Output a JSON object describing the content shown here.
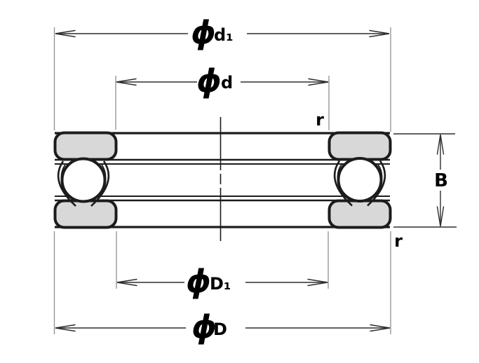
{
  "figure": {
    "title": "Thrust ball bearing cross-section dimension diagram",
    "background_color": "#ffffff",
    "colors": {
      "outline": "#1c1c1c",
      "washer_fill": "#d8d8d8",
      "ball_fill": "#ffffff",
      "dimension_line": "#2e2e2e",
      "extension_line": "#8f8f8f",
      "label_text": "#000000"
    },
    "dimensions": {
      "d1": {
        "symbol": "ϕ",
        "name": "d₁"
      },
      "d": {
        "symbol": "ϕ",
        "name": "d"
      },
      "D1": {
        "symbol": "ϕ",
        "name": "D₁"
      },
      "D": {
        "symbol": "ϕ",
        "name": "D"
      },
      "B": {
        "name": "B"
      },
      "r_top": {
        "name": "r"
      },
      "r_bottom": {
        "name": "r"
      }
    }
  }
}
